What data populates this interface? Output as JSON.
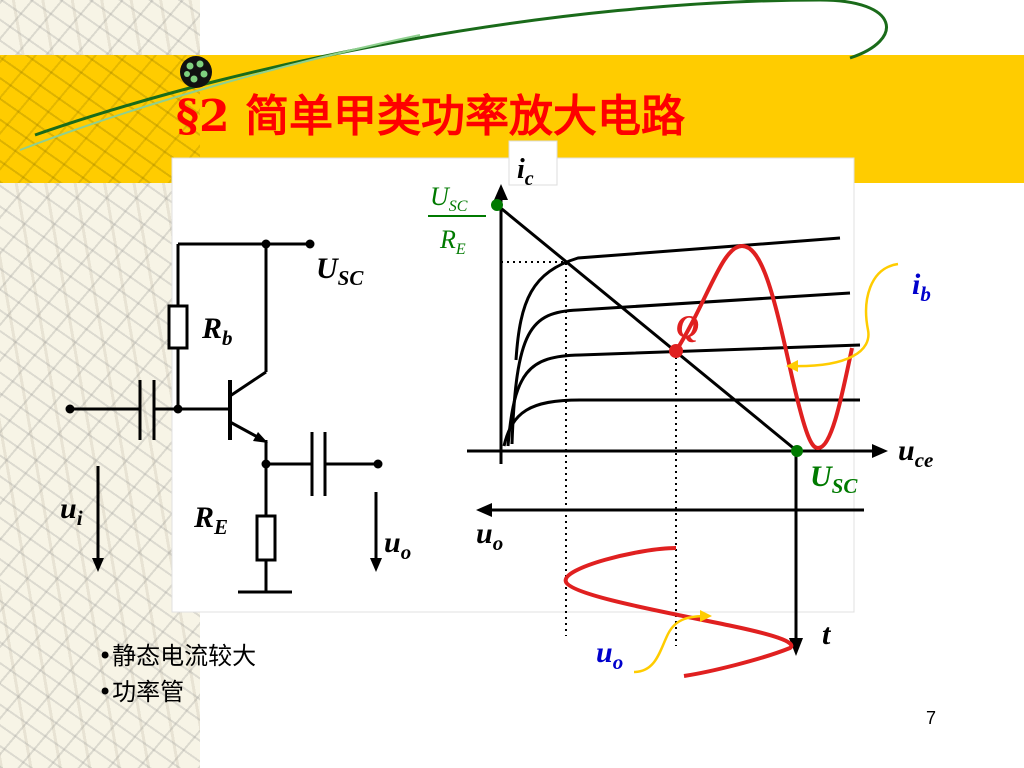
{
  "slide": {
    "title": "§2 简单甲类功率放大电路",
    "page_number": "7",
    "bullets": [
      "静态电流较大",
      "功率管"
    ]
  },
  "circuit": {
    "vcc": {
      "main": "U",
      "sub": "SC"
    },
    "rb": {
      "main": "R",
      "sub": "b"
    },
    "re": {
      "main": "R",
      "sub": "E"
    },
    "ui": {
      "main": "u",
      "sub": "i"
    },
    "uo": {
      "main": "u",
      "sub": "o"
    }
  },
  "graph": {
    "ic": {
      "main": "i",
      "sub": "c"
    },
    "uce": {
      "main": "u",
      "sub": "ce"
    },
    "ib": {
      "main": "i",
      "sub": "b"
    },
    "q": "Q",
    "usc": {
      "main": "U",
      "sub": "SC"
    },
    "frac_num": {
      "main": "U",
      "sub": "SC"
    },
    "frac_den": {
      "main": "R",
      "sub": "E"
    },
    "uo_axis": {
      "main": "u",
      "sub": "o"
    },
    "t": "t",
    "uo_wave": {
      "main": "u",
      "sub": "o"
    }
  },
  "colors": {
    "title": "#ff0000",
    "banner": "#ffcc00",
    "curve": "#e02020",
    "green": "#007a00",
    "blue": "#0000cc",
    "callout": "#ffcc00"
  }
}
